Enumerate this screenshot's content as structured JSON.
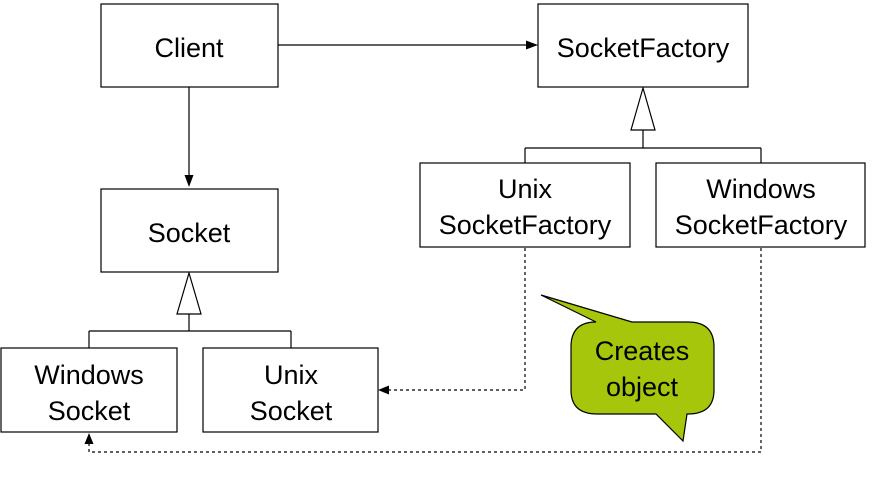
{
  "diagram": {
    "nodes": {
      "client": {
        "lines": [
          "Client"
        ]
      },
      "socket_factory": {
        "lines": [
          "SocketFactory"
        ]
      },
      "socket": {
        "lines": [
          "Socket"
        ]
      },
      "unix_socket_factory": {
        "lines": [
          "Unix",
          "SocketFactory"
        ]
      },
      "windows_socket_factory": {
        "lines": [
          "Windows",
          "SocketFactory"
        ]
      },
      "windows_socket": {
        "lines": [
          "Windows",
          "Socket"
        ]
      },
      "unix_socket": {
        "lines": [
          "Unix",
          "Socket"
        ]
      }
    },
    "callout": {
      "lines": [
        "Creates",
        "object"
      ],
      "fill_color": "#a6c60c"
    },
    "relationships": [
      {
        "from": "client",
        "to": "socket_factory",
        "kind": "association"
      },
      {
        "from": "client",
        "to": "socket",
        "kind": "association"
      },
      {
        "from": "unix_socket_factory",
        "to": "socket_factory",
        "kind": "inheritance"
      },
      {
        "from": "windows_socket_factory",
        "to": "socket_factory",
        "kind": "inheritance"
      },
      {
        "from": "windows_socket",
        "to": "socket",
        "kind": "inheritance"
      },
      {
        "from": "unix_socket",
        "to": "socket",
        "kind": "inheritance"
      },
      {
        "from": "unix_socket_factory",
        "to": "unix_socket",
        "kind": "creates"
      },
      {
        "from": "windows_socket_factory",
        "to": "windows_socket",
        "kind": "creates"
      }
    ]
  }
}
